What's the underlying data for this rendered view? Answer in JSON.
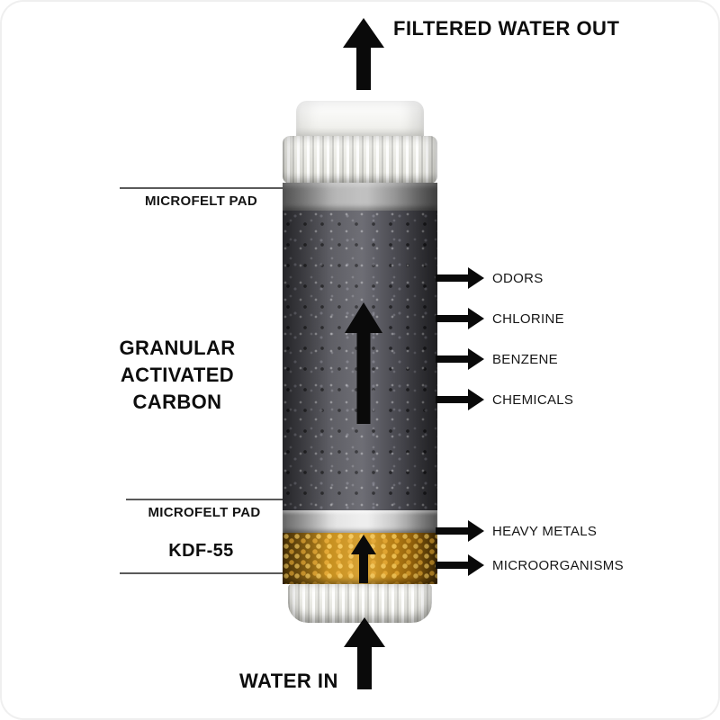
{
  "flow": {
    "out_label": "FILTERED WATER OUT",
    "in_label": "WATER IN"
  },
  "layers": {
    "microfelt_top": "MICROFELT PAD",
    "gac_lines": [
      "GRANULAR",
      "ACTIVATED",
      "CARBON"
    ],
    "microfelt_bottom": "MICROFELT PAD",
    "kdf": "KDF-55"
  },
  "removes": [
    "ODORS",
    "CHLORINE",
    "BENZENE",
    "CHEMICALS",
    "HEAVY METALS",
    "MICROORGANISMS"
  ],
  "colors": {
    "arrow_black": "#0a0a0a",
    "carbon_gray": "#4e4e54",
    "kdf_amber": "#c8860f",
    "silver_band": "#c9c9c9",
    "cap_white": "#f6f6f2",
    "text_black": "#111111"
  }
}
